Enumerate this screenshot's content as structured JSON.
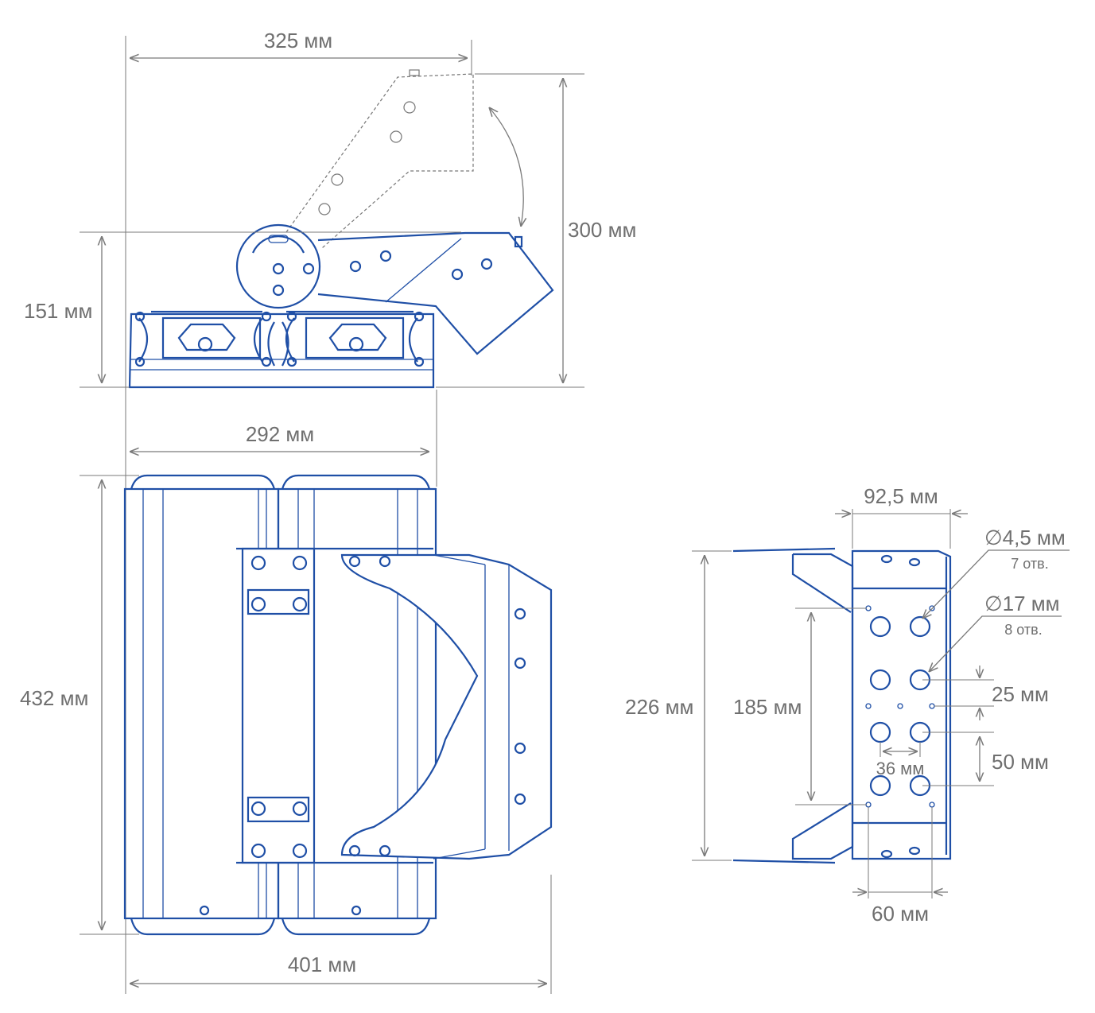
{
  "colors": {
    "line": "#1f4fa6",
    "dimension": "#7a7a7a"
  },
  "dimensions": {
    "width_tilt": "325 мм",
    "height_total": "300 мм",
    "height_body": "151 мм",
    "width_body": "292 мм",
    "length": "432 мм",
    "width_total": "401 мм",
    "bracket_width": "92,5 мм",
    "bracket_height": "226 мм",
    "hole_span": "185 мм",
    "hole_pitch_small": "25 мм",
    "hole_pitch_large": "50 мм",
    "hole_spacing_x": "36 мм",
    "small_hole_spacing": "60 мм"
  },
  "holes": [
    {
      "diameter": "∅4,5 мм",
      "count": "7 отв."
    },
    {
      "diameter": "∅17 мм",
      "count": "8 отв."
    }
  ]
}
